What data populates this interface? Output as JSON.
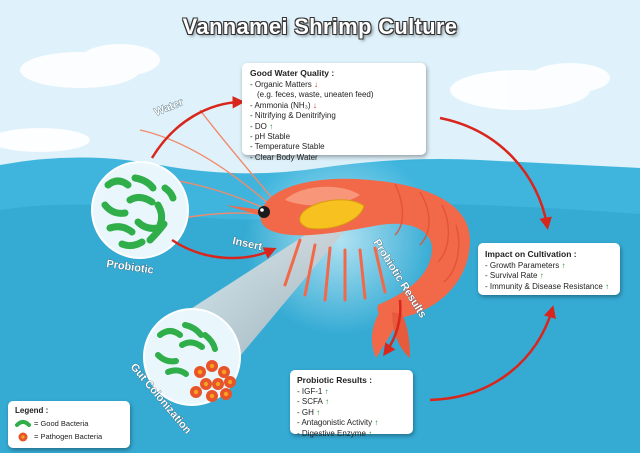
{
  "title": "Vannamei Shrimp Culture",
  "labels": {
    "water": "Water",
    "insert": "Insert",
    "probiotic": "Probiotic",
    "probiotic_results": "Probiotic Results",
    "gut_colonization": "Gut Colonization"
  },
  "water_quality": {
    "heading": "Good Water Quality :",
    "items": [
      {
        "text": "- Organic Matters",
        "arrow": "down"
      },
      {
        "text": "(e.g. feces, waste, uneaten feed)",
        "arrow": ""
      },
      {
        "text": "- Ammonia (NH₃)",
        "arrow": "down"
      },
      {
        "text": "- Nitrifying & Denitrifying",
        "arrow": ""
      },
      {
        "text": "- DO",
        "arrow": "up"
      },
      {
        "text": "- pH Stable",
        "arrow": ""
      },
      {
        "text": "- Temperature Stable",
        "arrow": ""
      },
      {
        "text": "- Clear Body Water",
        "arrow": ""
      }
    ]
  },
  "impact": {
    "heading": "Impact on Cultivation :",
    "items": [
      {
        "text": "- Growth Parameters",
        "arrow": "up"
      },
      {
        "text": "- Survival Rate",
        "arrow": "up"
      },
      {
        "text": "- Immunity & Disease Resistance",
        "arrow": "up"
      }
    ]
  },
  "probiotic_results": {
    "heading": "Probiotic Results :",
    "items": [
      {
        "text": "- IGF-1",
        "arrow": "up"
      },
      {
        "text": "- SCFA",
        "arrow": "up"
      },
      {
        "text": "- GH",
        "arrow": "up"
      },
      {
        "text": "- Antagonistic Activity",
        "arrow": "up"
      },
      {
        "text": "- Digestive Enzyme",
        "arrow": "up"
      }
    ]
  },
  "legend": {
    "heading": "Legend :",
    "good": "= Good Bacteria",
    "pathogen": "= Pathogen Bacteria"
  },
  "colors": {
    "sky": "#dff1fa",
    "sea": "#3fb5dd",
    "sea_dark": "#2a9fc9",
    "shrimp": "#f2694a",
    "shrimp_light": "#f9a184",
    "arrow": "#d9261c",
    "good_bacteria": "#2fae4a",
    "pathogen": "#e8542a",
    "up_arrow": "#2e8b3a",
    "down_arrow": "#d32a1f"
  }
}
